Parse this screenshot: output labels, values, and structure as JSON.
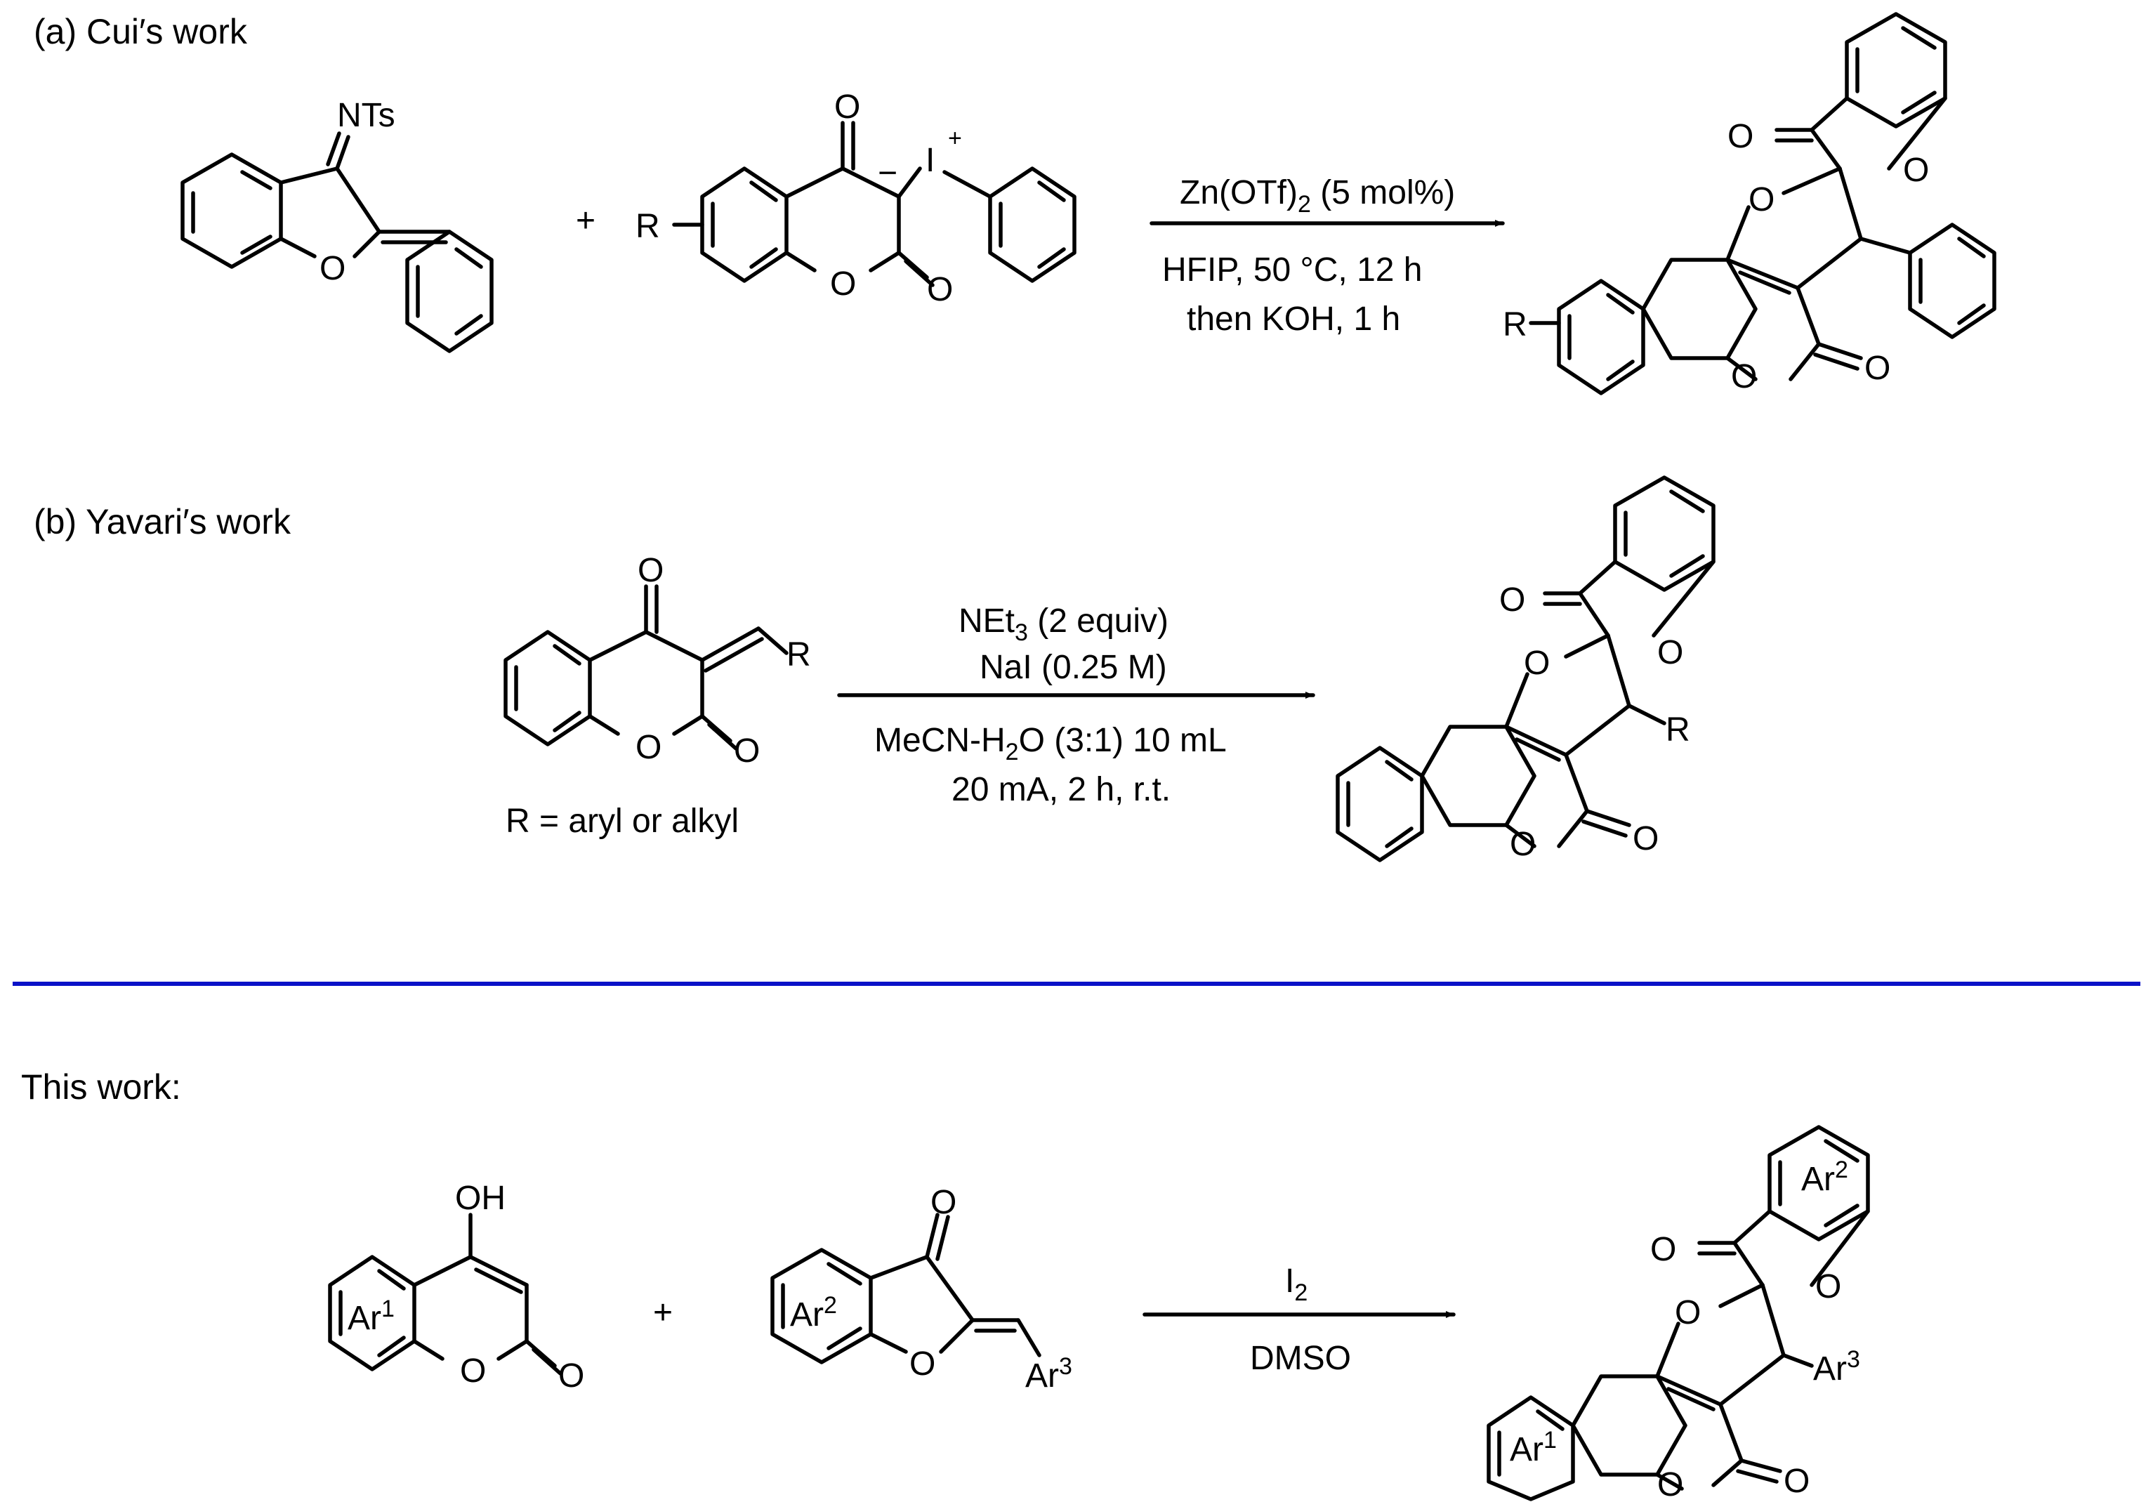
{
  "colors": {
    "divider": "#0a12c8",
    "ink": "#000000"
  },
  "section_a": {
    "title": "(a) Cui′s work",
    "reagent_group": "NTs",
    "plus": "+",
    "r_label": "R",
    "charge_minus": "−",
    "charge_plus": "+",
    "iodine": "I",
    "condition_1_main": "Zn(OTf)",
    "condition_1_sub": "2",
    "condition_1_rest": " (5 mol%)",
    "condition_2": "HFIP,  50 °C, 12 h",
    "condition_3": "then KOH, 1 h",
    "product_r_label": "R"
  },
  "section_b": {
    "title": "(b) Yavari′s work",
    "r_label": "R",
    "r_definition": "R = aryl or alkyl",
    "condition_1_main": "NEt",
    "condition_1_sub": "3",
    "condition_1_rest": " (2 equiv)",
    "condition_2": "NaI (0.25 M)",
    "condition_3_main": "MeCN-H",
    "condition_3_sub": "2",
    "condition_3_rest": "O (3:1) 10 mL",
    "condition_4": "20 mA, 2 h, r.t.",
    "product_r_label": "R"
  },
  "section_c": {
    "title": "This work:",
    "hydroxyl": "OH",
    "ar1": "Ar",
    "ar1_sup": "1",
    "ar2": "Ar",
    "ar2_sup": "2",
    "ar3": "Ar",
    "ar3_sup": "3",
    "plus": "+",
    "reagent_main": "I",
    "reagent_sub": "2",
    "solvent": "DMSO"
  },
  "atoms": {
    "oxygen": "O"
  }
}
